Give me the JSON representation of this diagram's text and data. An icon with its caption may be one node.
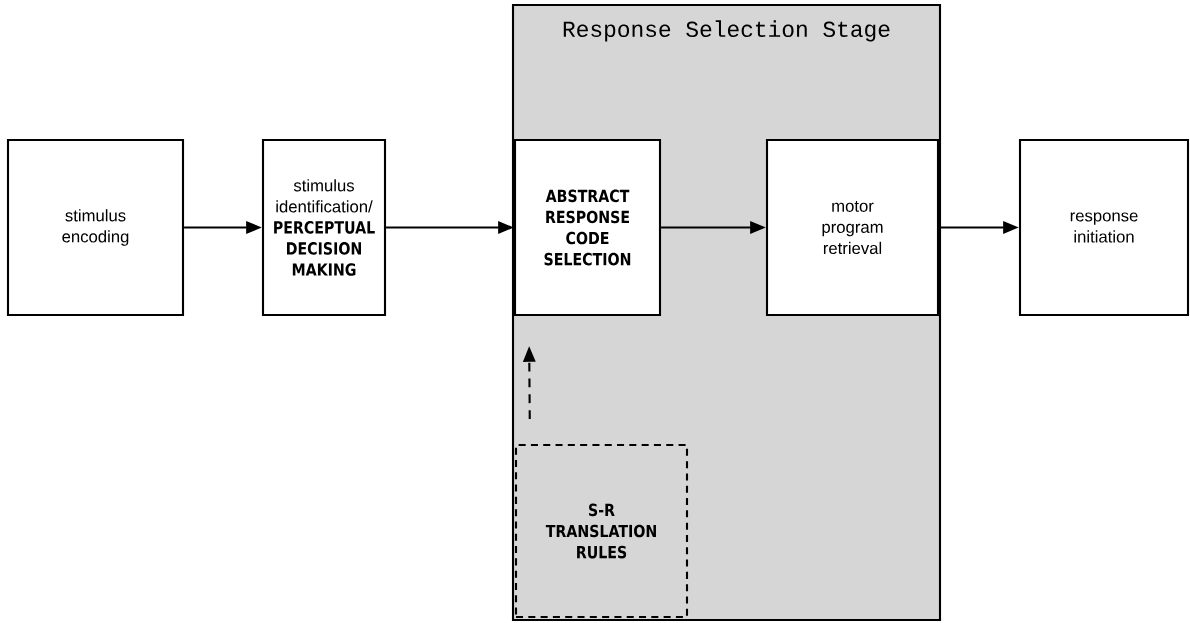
{
  "diagram": {
    "nodes": [
      {
        "text": [
          "stimulus encoding"
        ]
      },
      {
        "text": [
          "stimulus identification/",
          "PERCEPTUAL DECISION MAKING"
        ]
      },
      {
        "text": [
          "Response Selection Stage"
        ]
      },
      {
        "text": [
          "ABSTRACT RESPONSE CODE SELECTION"
        ],
        "in": 2
      },
      {
        "text": [
          "motor program retrieval"
        ],
        "in": 2
      },
      {
        "text": [
          "response initiation"
        ]
      },
      {
        "text": [
          "S-R TRANSLATION RULES"
        ],
        "in": 2
      }
    ],
    "edges": [
      {
        "from": 0,
        "to": 1,
        "arrow": "to"
      },
      {
        "from": 1,
        "to": 3,
        "arrow": "to"
      },
      {
        "from": 3,
        "to": 4,
        "arrow": "to"
      },
      {
        "from": 4,
        "to": 5,
        "arrow": "to"
      },
      {
        "from": 6,
        "to": 3,
        "arrow": "to",
        "style": "dashed"
      }
    ]
  }
}
